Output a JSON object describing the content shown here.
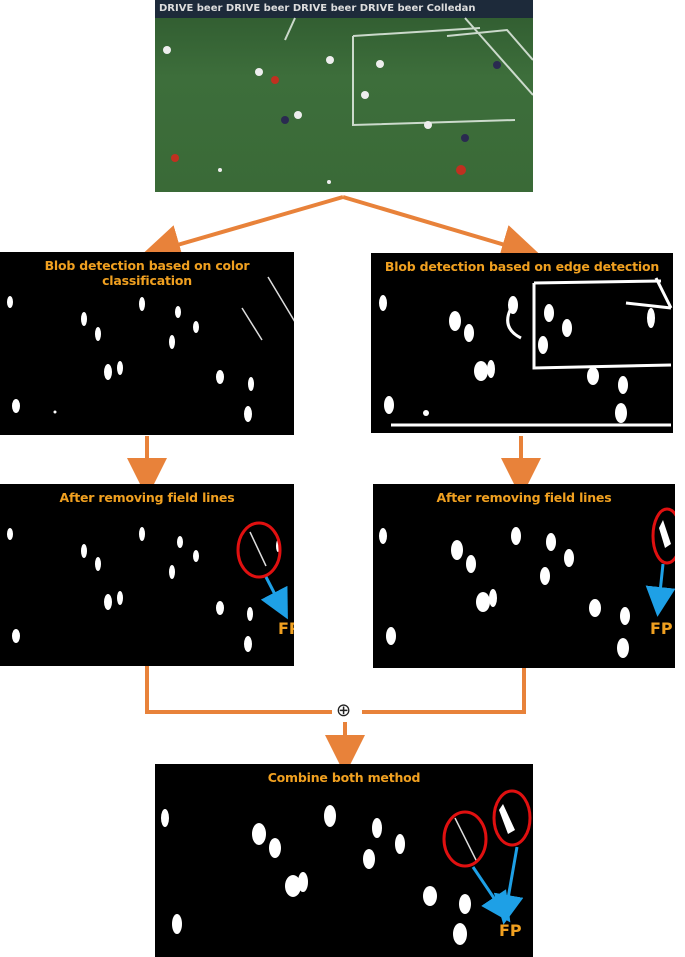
{
  "panels": {
    "color_blob": {
      "title": "Blob detection based on color classification"
    },
    "edge_blob": {
      "title": "Blob detection based on edge detection"
    },
    "color_removed": {
      "title": "After removing field lines",
      "fp_label": "FP"
    },
    "edge_removed": {
      "title": "After removing field lines",
      "fp_label": "FP"
    },
    "combined": {
      "title": "Combine both method",
      "fp_label": "FP"
    }
  },
  "combine_operator": "⊕",
  "colors": {
    "arrow": "#e8823a",
    "label": "#f0a020",
    "circle": "#e01010",
    "fp_arrow": "#1ea0e6"
  }
}
